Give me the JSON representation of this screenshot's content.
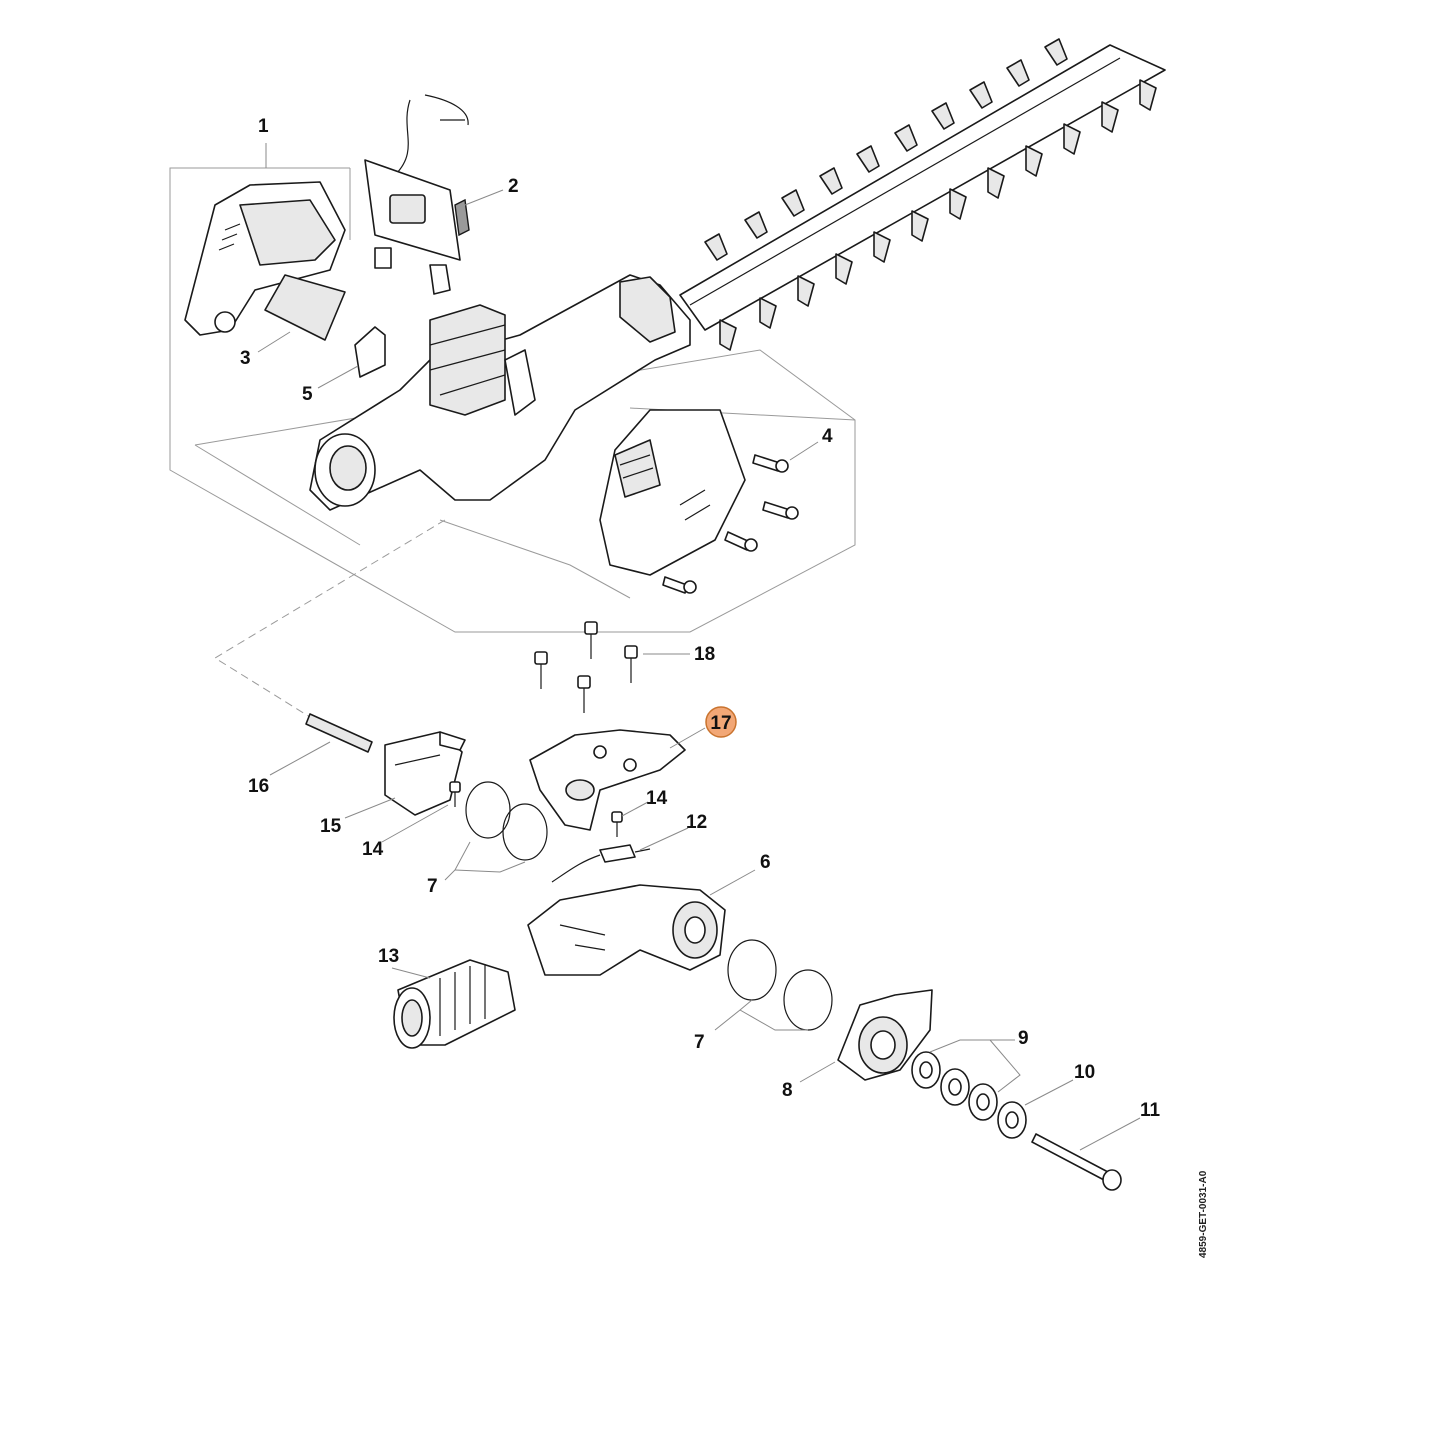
{
  "callouts": {
    "c1": "1",
    "c2": "2",
    "c3": "3",
    "c4": "4",
    "c5": "5",
    "c6": "6",
    "c7a": "7",
    "c7b": "7",
    "c8": "8",
    "c9": "9",
    "c10": "10",
    "c11": "11",
    "c12": "12",
    "c13": "13",
    "c14a": "14",
    "c14b": "14",
    "c15": "15",
    "c16": "16",
    "c17": "17",
    "c18": "18"
  },
  "highlight": {
    "callout": "17",
    "fill": "#F2A776",
    "stroke": "#C9732E"
  },
  "document_code": "4859-GET-0031-A0"
}
